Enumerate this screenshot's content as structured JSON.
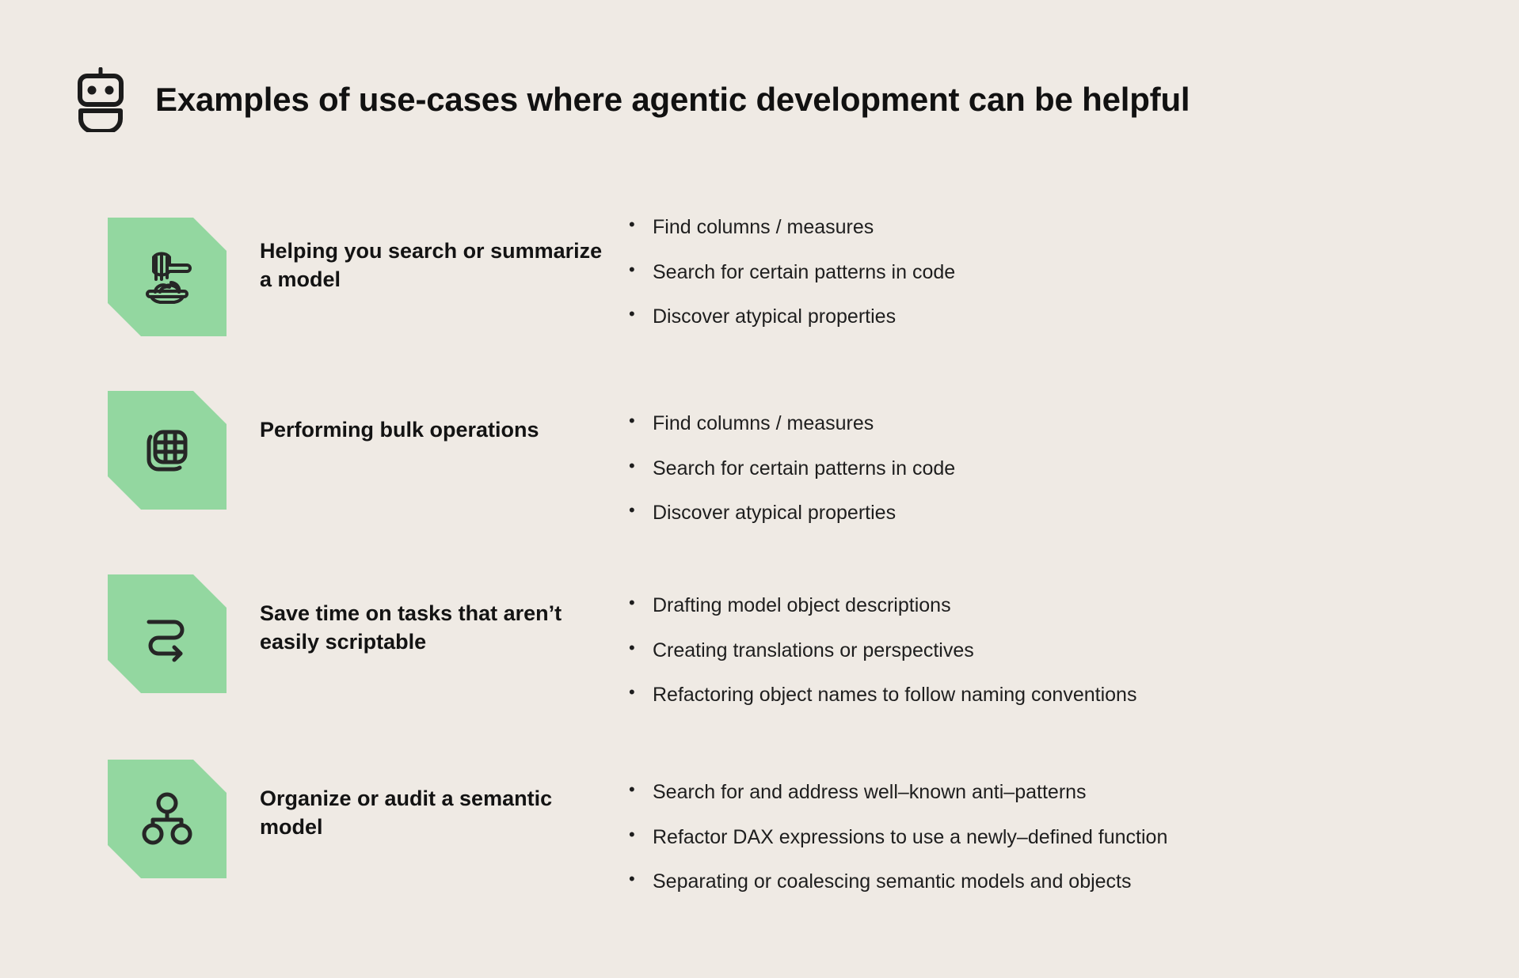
{
  "header": {
    "icon": "robot-icon",
    "title": "Examples of use-cases where agentic development can be helpful"
  },
  "colors": {
    "background": "#EFEAE4",
    "tile_green": "#93D7A0",
    "text": "#1B1B1B"
  },
  "rows": [
    {
      "icon": "spaghetti-icon",
      "label": "Helping you search or summarize a model",
      "bullets": [
        "Find columns / measures",
        "Search for certain patterns in code",
        "Discover atypical properties"
      ]
    },
    {
      "icon": "table-grid-stack-icon",
      "label": "Performing bulk operations",
      "bullets": [
        "Find columns / measures",
        "Search for certain patterns in code",
        "Discover atypical properties"
      ]
    },
    {
      "icon": "winding-path-arrow-icon",
      "label": "Save time on tasks that aren’t easily scriptable",
      "bullets": [
        "Drafting model object descriptions",
        "Creating translations or perspectives",
        "Refactoring object names to follow naming conventions"
      ]
    },
    {
      "icon": "hierarchy-nodes-icon",
      "label": "Organize or audit a semantic model",
      "bullets": [
        "Search for and address well–known anti–patterns",
        "Refactor DAX expressions to use a newly–defined function",
        "Separating or coalescing semantic models and objects"
      ]
    }
  ]
}
